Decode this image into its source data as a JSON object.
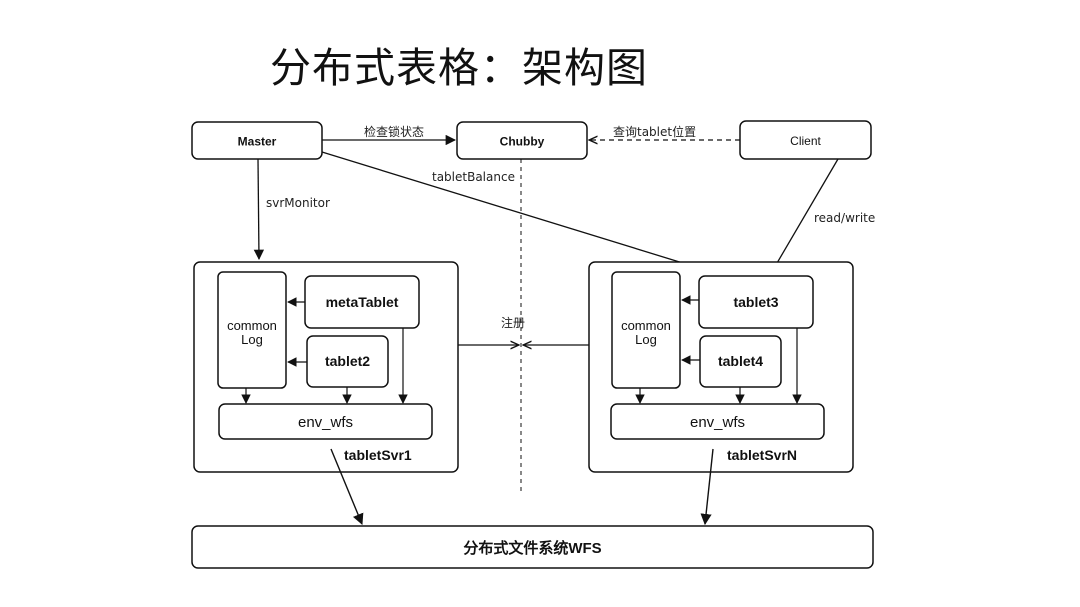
{
  "page": {
    "title": "分布式表格：架构图"
  },
  "nodes": {
    "master": "Master",
    "chubby": "Chubby",
    "client": "Client",
    "meta_tablet": "metaTablet",
    "tablet2": "tablet2",
    "tablet3": "tablet3",
    "tablet4": "tablet4",
    "common_log_1_line1": "common",
    "common_log_1_line2": "Log",
    "common_log_2_line1": "common",
    "common_log_2_line2": "Log",
    "env_wfs_1": "env_wfs",
    "env_wfs_2": "env_wfs",
    "tablet_svr_1": "tabletSvr1",
    "tablet_svr_n": "tabletSvrN",
    "wfs": "分布式文件系统WFS"
  },
  "edges": {
    "check_lock": "检查锁状态",
    "query_location": "查询tablet位置",
    "tablet_balance": "tabletBalance",
    "svr_monitor": "svrMonitor",
    "read_write": "read/write",
    "register": "注册"
  }
}
